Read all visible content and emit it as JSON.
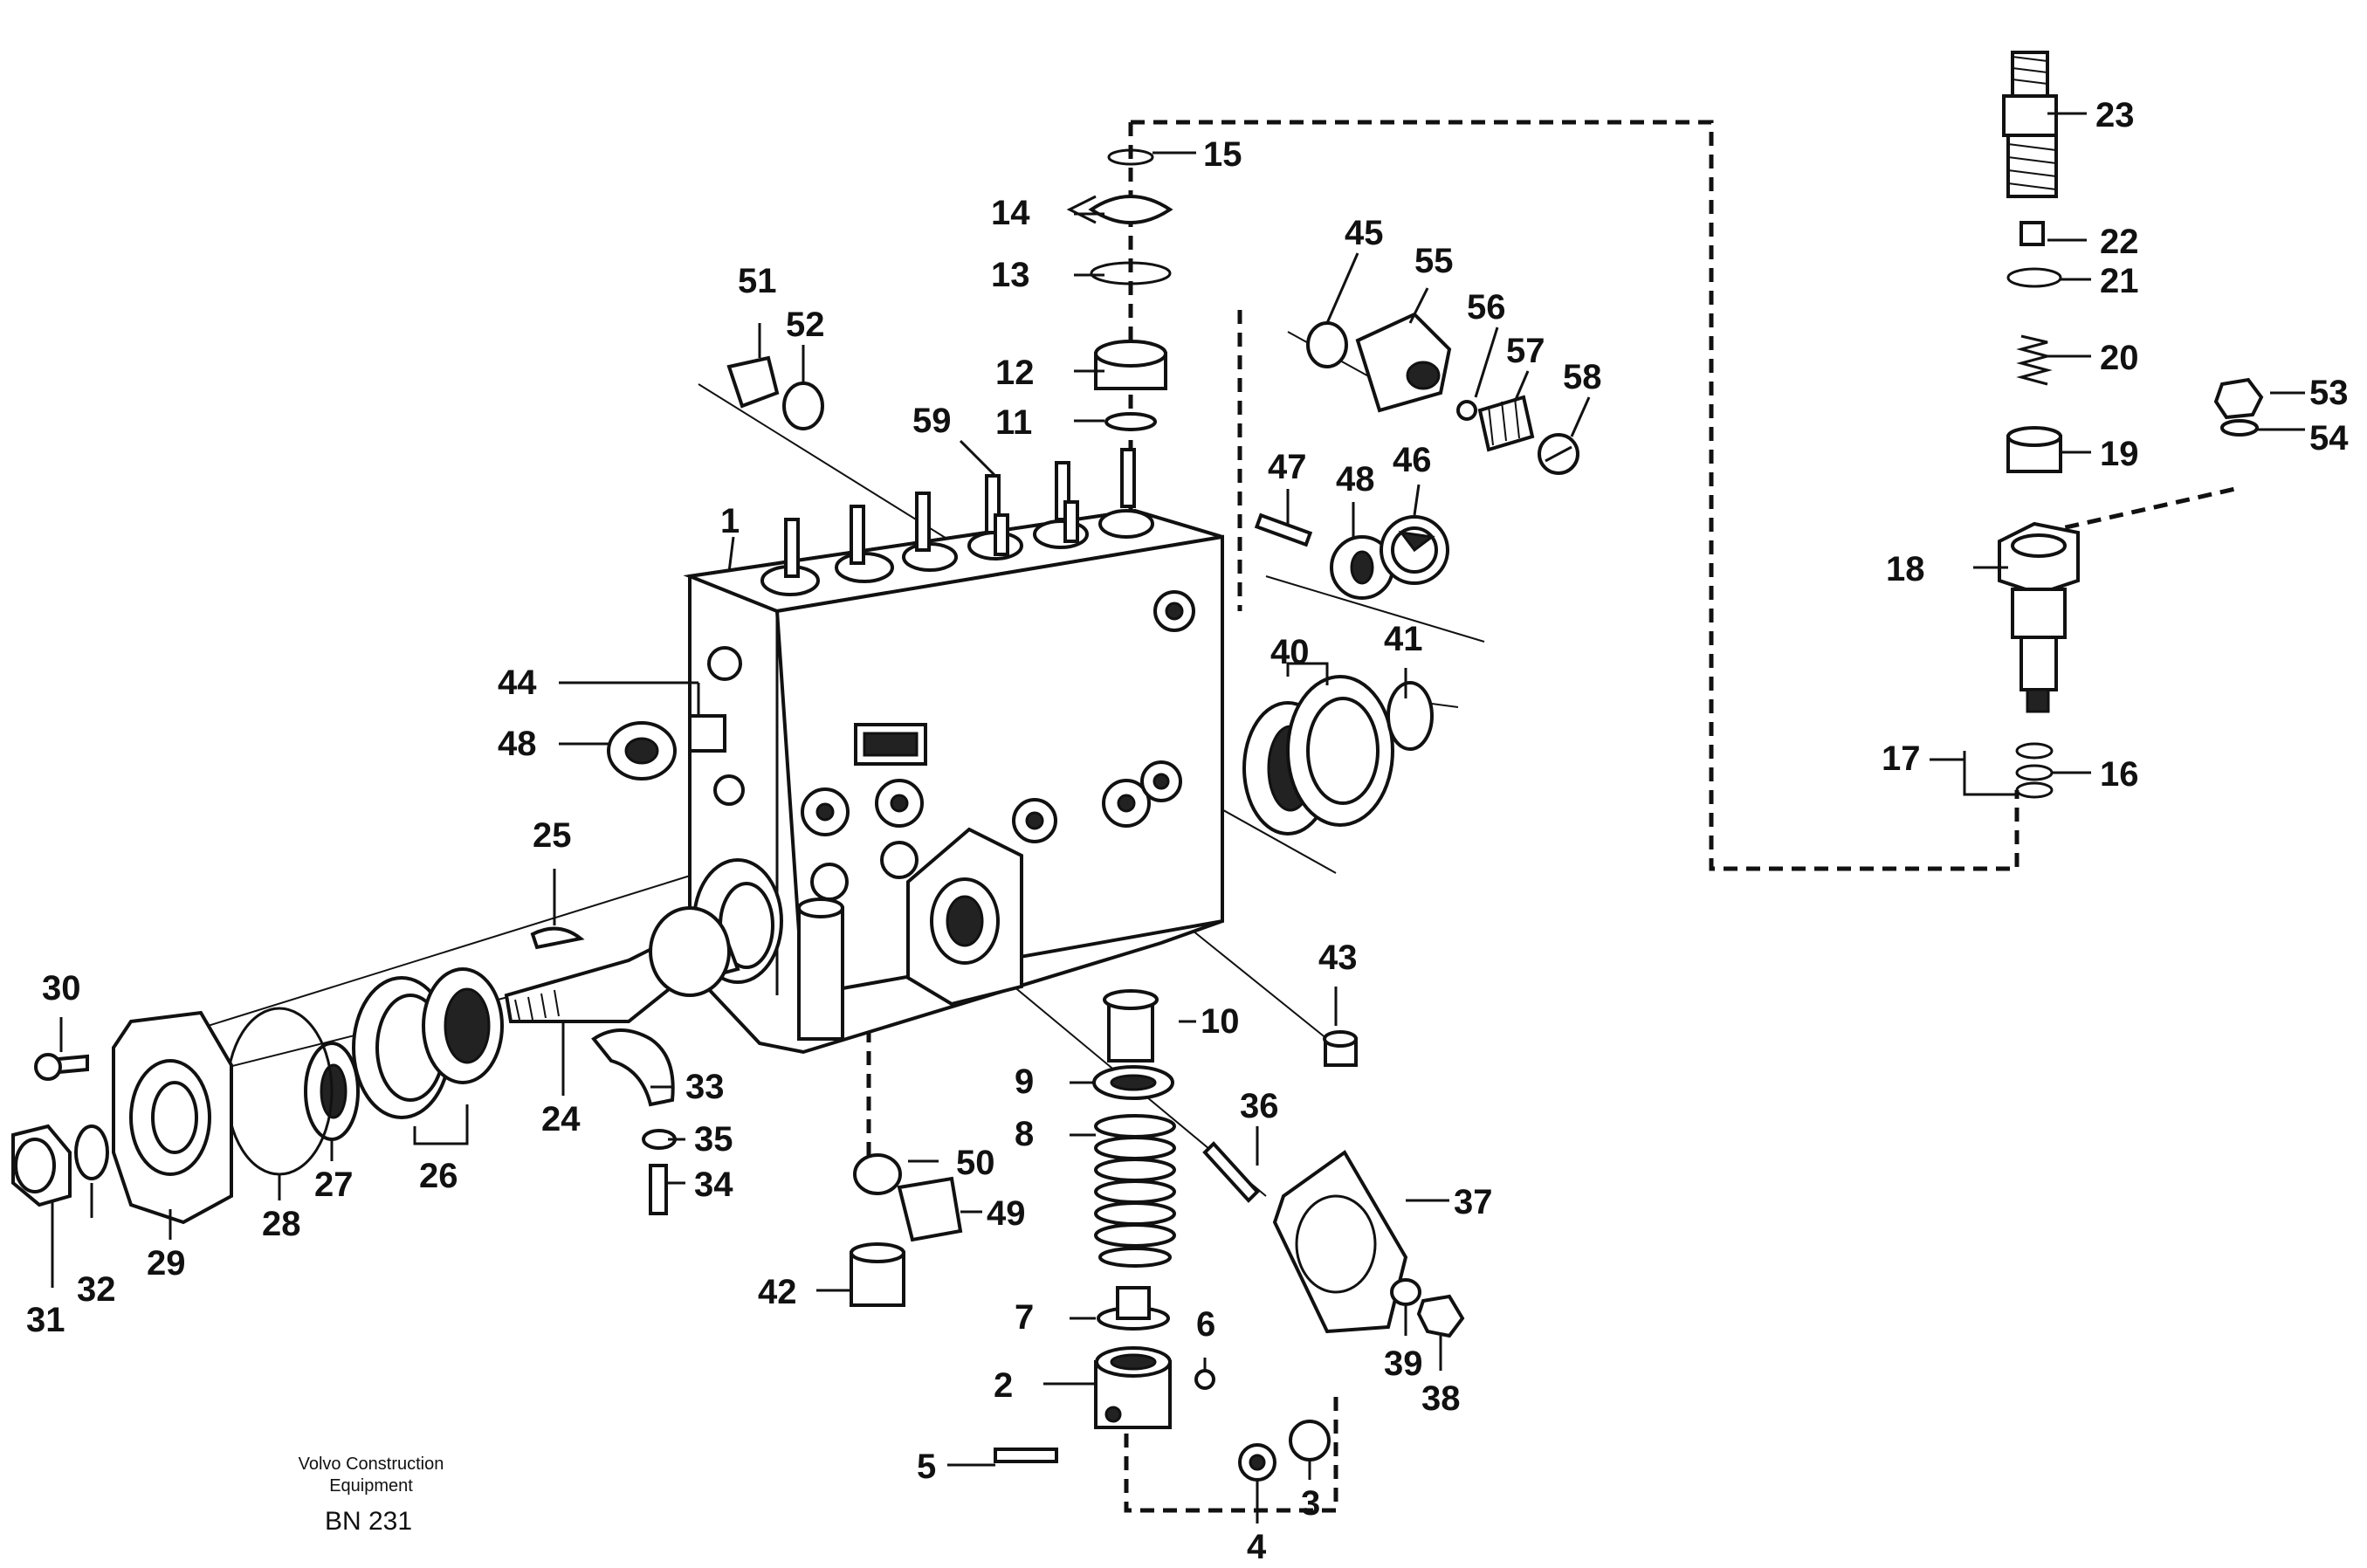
{
  "drawing": {
    "caption_line1": "Volvo Construction",
    "caption_line2": "Equipment",
    "code": "BN 231"
  },
  "callouts": {
    "c1": "1",
    "c2": "2",
    "c3": "3",
    "c4": "4",
    "c5": "5",
    "c6": "6",
    "c7": "7",
    "c8": "8",
    "c9": "9",
    "c10": "10",
    "c11": "11",
    "c12": "12",
    "c13": "13",
    "c14": "14",
    "c15": "15",
    "c16": "16",
    "c17": "17",
    "c18": "18",
    "c19": "19",
    "c20": "20",
    "c21": "21",
    "c22": "22",
    "c23": "23",
    "c24": "24",
    "c25": "25",
    "c26": "26",
    "c27": "27",
    "c28": "28",
    "c29": "29",
    "c30": "30",
    "c31": "31",
    "c32": "32",
    "c33": "33",
    "c34": "34",
    "c35": "35",
    "c36": "36",
    "c37": "37",
    "c38": "38",
    "c39": "39",
    "c40": "40",
    "c41": "41",
    "c42": "42",
    "c43": "43",
    "c44": "44",
    "c45": "45",
    "c46": "46",
    "c47": "47",
    "c48a": "48",
    "c48b": "48",
    "c49": "49",
    "c50": "50",
    "c51": "51",
    "c52": "52",
    "c53": "53",
    "c54": "54",
    "c55": "55",
    "c56": "56",
    "c57": "57",
    "c58": "58",
    "c59": "59"
  }
}
